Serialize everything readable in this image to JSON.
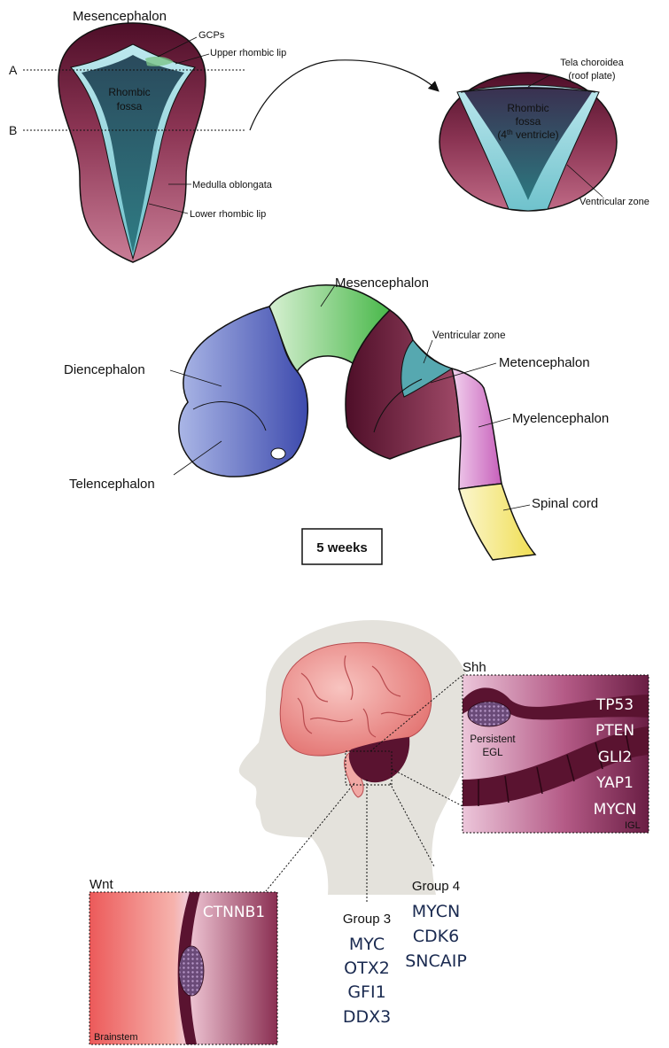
{
  "panel_top": {
    "title": "Mesencephalon",
    "gcps": "GCPs",
    "upper_lip": "Upper rhombic lip",
    "fossa_line1": "Rhombic",
    "fossa_line2": "fossa",
    "medulla": "Medulla oblongata",
    "lower_lip": "Lower rhombic lip",
    "section_a": "A",
    "section_b": "B"
  },
  "panel_section": {
    "tela_line1": "Tela choroidea",
    "tela_line2": "(roof plate)",
    "fossa_line1": "Rhombic",
    "fossa_line2": "fossa",
    "fossa_line3_pre": "(4",
    "fossa_line3_sup": "th",
    "fossa_line3_post": " ventricle)",
    "ventricular_zone": "Ventricular zone"
  },
  "panel_embryo": {
    "mesencephalon": "Mesencephalon",
    "ventricular_zone": "Ventricular zone",
    "metencephalon": "Metencephalon",
    "diencephalon": "Diencephalon",
    "myelencephalon": "Myelencephalon",
    "telencephalon": "Telencephalon",
    "spinal_cord": "Spinal cord",
    "stage": "5 weeks"
  },
  "panel_medullo": {
    "shh": {
      "title": "Shh",
      "egl_line1": "Persistent",
      "egl_line2": "EGL",
      "igl": "IGL",
      "genes": [
        "TP53",
        "PTEN",
        "GLI2",
        "YAP1",
        "MYCN"
      ]
    },
    "wnt": {
      "title": "Wnt",
      "gene": "CTNNB1",
      "brainstem": "Brainstem"
    },
    "group3": {
      "title": "Group 3",
      "genes": [
        "MYC",
        "OTX2",
        "GFI1",
        "DDX3"
      ]
    },
    "group4": {
      "title": "Group 4",
      "genes": [
        "MYCN",
        "CDK6",
        "SNCAIP"
      ]
    }
  },
  "colors": {
    "maroon": "#5a1330",
    "rose": "#b25878",
    "teal": "#2c7880",
    "light_teal": "#9fdce4",
    "blue": "#4a57b4",
    "green": "#5cc45a",
    "pink": "#cf7ac6",
    "yellow": "#f2e56b",
    "gene_navy": "#1a2a50"
  }
}
